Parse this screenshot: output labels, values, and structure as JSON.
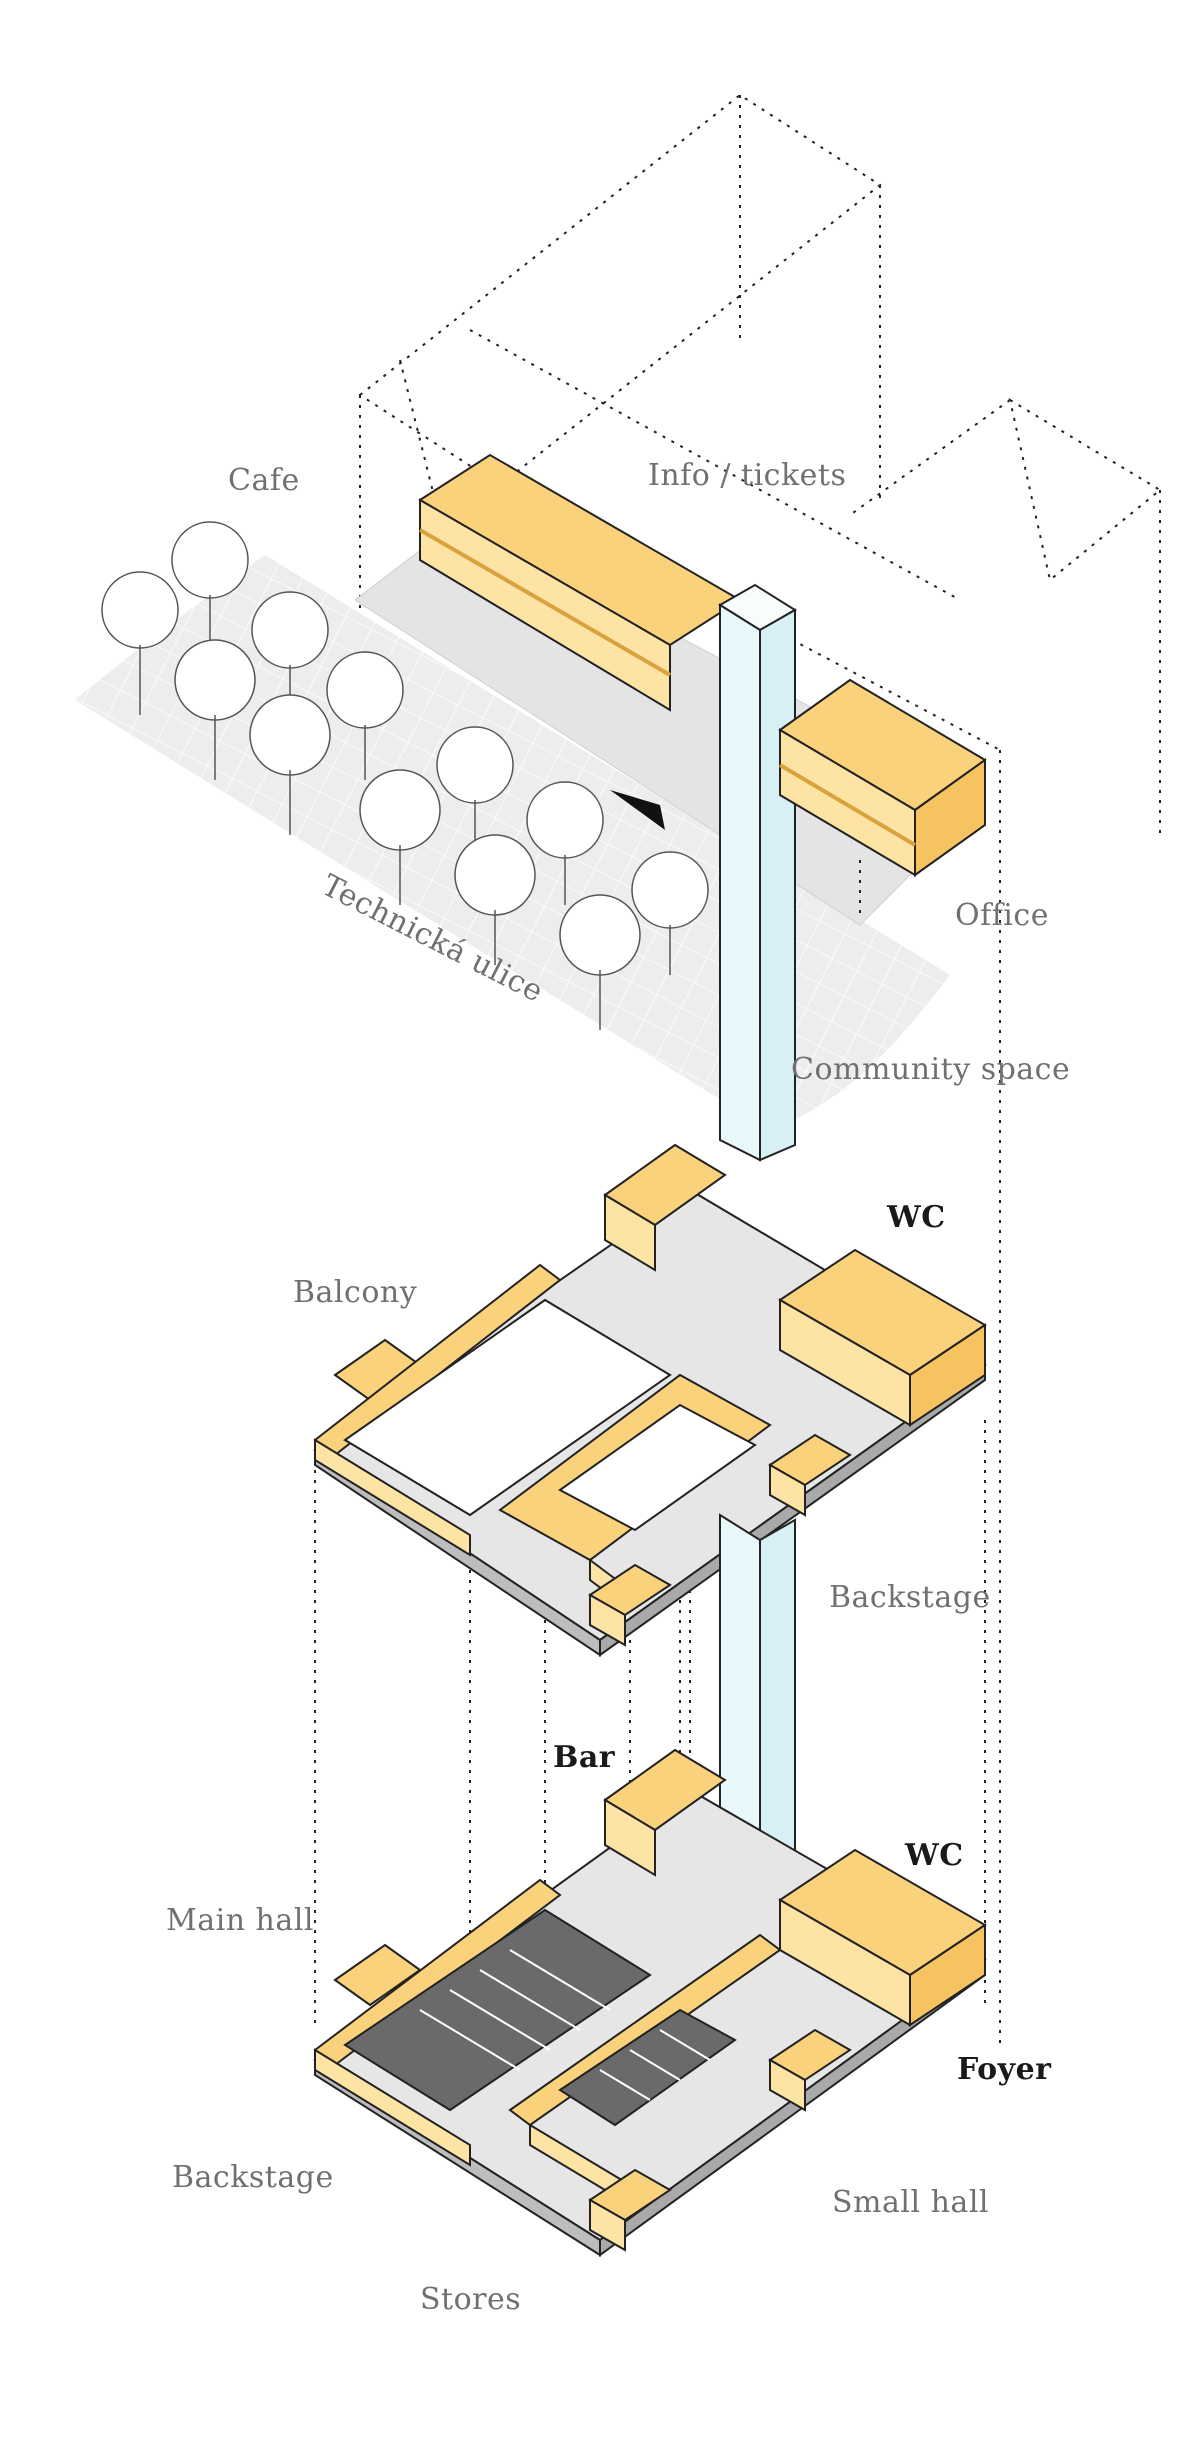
{
  "colors": {
    "yellow_top": "#fbd27c",
    "yellow_side": "#f5c460",
    "yellow_front": "#fde3a4",
    "floor": "#e6e6e6",
    "floor_edge": "#bdbdbd",
    "glass": "#e8f8fb",
    "dark_floor": "#6a6a6a",
    "line": "#222222"
  },
  "labels": {
    "cafe": "Cafe",
    "info_tickets": "Info / tickets",
    "office": "Office",
    "street": "Technická ulice",
    "community": "Community space",
    "wc_upper": "WC",
    "balcony": "Balcony",
    "backstage_upper": "Backstage",
    "bar": "Bar",
    "wc_lower": "WC",
    "main_hall": "Main hall",
    "foyer": "Foyer",
    "backstage_lower": "Backstage",
    "small_hall": "Small hall",
    "stores": "Stores"
  }
}
